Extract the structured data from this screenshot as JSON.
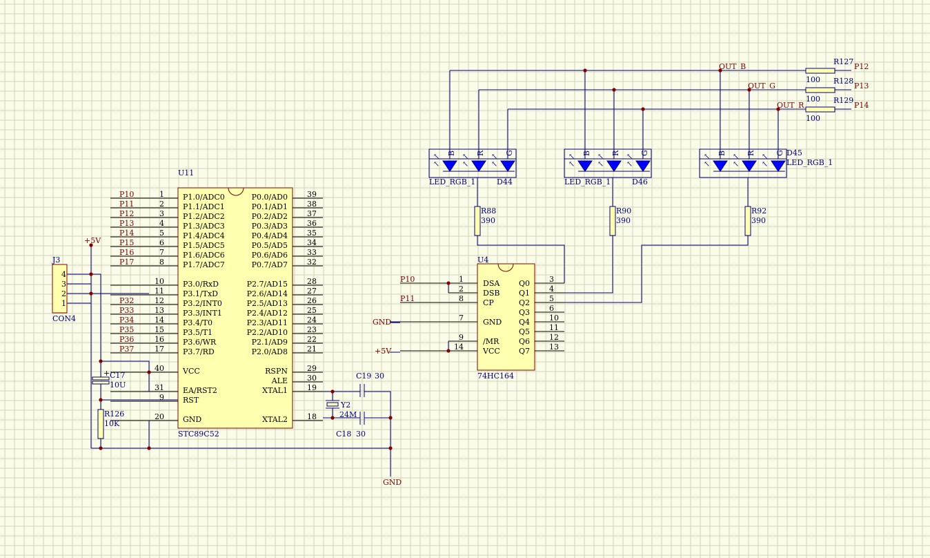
{
  "u11": {
    "ref": "U11",
    "part": "STC89C52",
    "left_pins": [
      {
        "net": "P10",
        "num": "1",
        "name": "P1.0/ADC0"
      },
      {
        "net": "P11",
        "num": "2",
        "name": "P1.1/ADC1"
      },
      {
        "net": "P12",
        "num": "3",
        "name": "P1.2/ADC2"
      },
      {
        "net": "P13",
        "num": "4",
        "name": "P1.3/ADC3"
      },
      {
        "net": "P14",
        "num": "5",
        "name": "P1.4/ADC4"
      },
      {
        "net": "P15",
        "num": "6",
        "name": "P1.5/ADC5"
      },
      {
        "net": "P16",
        "num": "7",
        "name": "P1.6/ADC6"
      },
      {
        "net": "P17",
        "num": "8",
        "name": "P1.7/ADC7"
      },
      {
        "net": "",
        "num": "10",
        "name": "P3.0/RxD"
      },
      {
        "net": "",
        "num": "11",
        "name": "P3.1/TxD"
      },
      {
        "net": "P32",
        "num": "12",
        "name": "P3.2/INT0"
      },
      {
        "net": "P33",
        "num": "13",
        "name": "P3.3/INT1"
      },
      {
        "net": "P34",
        "num": "14",
        "name": "P3.4/T0"
      },
      {
        "net": "P35",
        "num": "15",
        "name": "P3.5/T1"
      },
      {
        "net": "P36",
        "num": "16",
        "name": "P3.6/WR"
      },
      {
        "net": "P37",
        "num": "17",
        "name": "P3.7/RD"
      },
      {
        "net": "",
        "num": "40",
        "name": "VCC"
      },
      {
        "net": "",
        "num": "31",
        "name": "EA/RST2"
      },
      {
        "net": "",
        "num": "9",
        "name": "RST"
      },
      {
        "net": "",
        "num": "20",
        "name": "GND"
      }
    ],
    "right_pins": [
      {
        "num": "39",
        "name": "P0.0/AD0"
      },
      {
        "num": "38",
        "name": "P0.1/AD1"
      },
      {
        "num": "37",
        "name": "P0.2/AD2"
      },
      {
        "num": "36",
        "name": "P0.3/AD3"
      },
      {
        "num": "35",
        "name": "P0.4/AD4"
      },
      {
        "num": "34",
        "name": "P0.5/AD5"
      },
      {
        "num": "33",
        "name": "P0.6/AD6"
      },
      {
        "num": "32",
        "name": "P0.7/AD7"
      },
      {
        "num": "28",
        "name": "P2.7/AD15"
      },
      {
        "num": "27",
        "name": "P2.6/AD14"
      },
      {
        "num": "26",
        "name": "P2.5/AD13"
      },
      {
        "num": "25",
        "name": "P2.4/AD12"
      },
      {
        "num": "24",
        "name": "P2.3/AD11"
      },
      {
        "num": "23",
        "name": "P2.2/AD10"
      },
      {
        "num": "22",
        "name": "P2.1/AD9"
      },
      {
        "num": "21",
        "name": "P2.0/AD8"
      },
      {
        "num": "29",
        "name": "RSPN"
      },
      {
        "num": "30",
        "name": "ALE"
      },
      {
        "num": "19",
        "name": "XTAL1"
      },
      {
        "num": "18",
        "name": "XTAL2"
      }
    ]
  },
  "u4": {
    "ref": "U4",
    "part": "74HC164",
    "left_pins": [
      {
        "net": "P10",
        "num": "1",
        "name": "DSA"
      },
      {
        "net": "",
        "num": "2",
        "name": "DSB"
      },
      {
        "net": "P11",
        "num": "8",
        "name": "CP"
      },
      {
        "net": "GND",
        "num": "7",
        "name": "GND"
      },
      {
        "net": "",
        "num": "9",
        "name": "/MR"
      },
      {
        "net": "+5V",
        "num": "14",
        "name": "VCC"
      }
    ],
    "right_pins": [
      {
        "num": "3",
        "name": "Q0"
      },
      {
        "num": "4",
        "name": "Q1"
      },
      {
        "num": "5",
        "name": "Q2"
      },
      {
        "num": "6",
        "name": "Q3"
      },
      {
        "num": "10",
        "name": "Q4"
      },
      {
        "num": "11",
        "name": "Q5"
      },
      {
        "num": "12",
        "name": "Q6"
      },
      {
        "num": "13",
        "name": "Q7"
      }
    ]
  },
  "j3": {
    "ref": "J3",
    "part": "CON4",
    "pins": [
      "4",
      "3",
      "2",
      "1"
    ]
  },
  "power": {
    "vcc": "+5V",
    "gnd": "GND"
  },
  "c17": {
    "ref": "C17",
    "value": "10U"
  },
  "r126": {
    "ref": "R126",
    "value": "10K"
  },
  "c19": {
    "ref": "C19",
    "value": "30"
  },
  "c18": {
    "ref": "C18",
    "value": "30"
  },
  "y2": {
    "ref": "Y2",
    "value": "24M"
  },
  "nets": {
    "out_b": "OUT_B",
    "out_g": "OUT_G",
    "out_r": "OUT_R"
  },
  "series_resistors": [
    {
      "ref": "R127",
      "value": "100",
      "net": "P12"
    },
    {
      "ref": "R128",
      "value": "100",
      "net": "P13"
    },
    {
      "ref": "R129",
      "value": "100",
      "net": "P14"
    }
  ],
  "leds": [
    {
      "ref": "D44",
      "part": "LED_RGB_1"
    },
    {
      "ref": "D46",
      "part": "LED_RGB_1"
    },
    {
      "ref": "D45",
      "part": "LED_RGB_1"
    }
  ],
  "led_pins": [
    "B",
    "R",
    "G"
  ],
  "led_resistors": [
    {
      "ref": "R88",
      "value": "390"
    },
    {
      "ref": "R90",
      "value": "390"
    },
    {
      "ref": "R92",
      "value": "390"
    }
  ]
}
